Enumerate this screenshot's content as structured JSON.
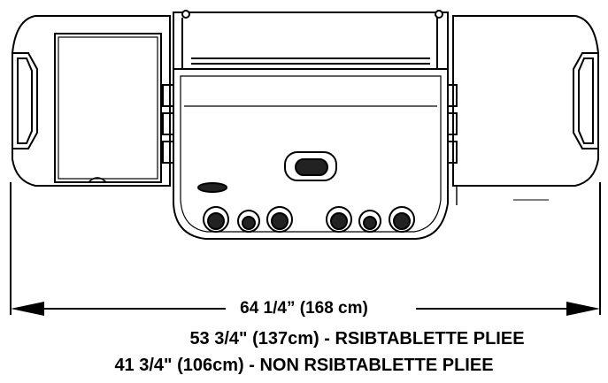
{
  "dimensions": {
    "overall_width": "64 1/4” (168 cm)",
    "rsib_width_prefix": "53 3/4\" (137cm) - RSIB",
    "rsib_width_suffix": "TABLETTE PLIEE",
    "non_rsib_width_prefix": "41 3/4\" (106cm) - NON RSIB",
    "non_rsib_width_suffix": "TABLETTE PLIEE"
  },
  "colors": {
    "line": "#000000",
    "fill": "#ffffff",
    "knob_fill": "#222222"
  },
  "knobs": {
    "left_group": 3,
    "right_group": 3
  }
}
